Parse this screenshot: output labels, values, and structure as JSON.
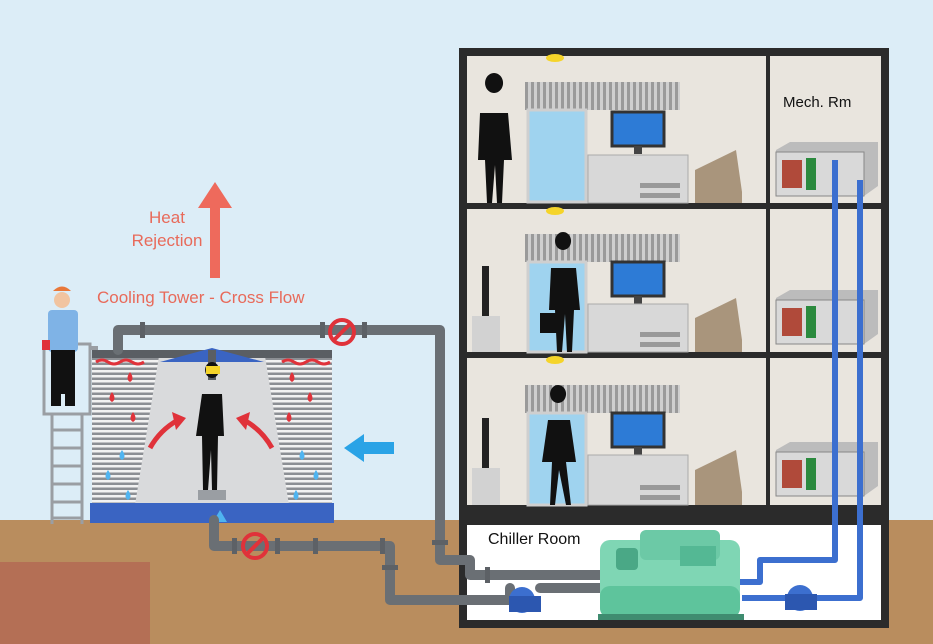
{
  "labels": {
    "heat_rejection_line1": "Heat",
    "heat_rejection_line2": "Rejection",
    "cooling_tower": "Cooling Tower - Cross Flow",
    "mech_room": "Mech. Rm",
    "chiller_room": "Chiller Room"
  },
  "colors": {
    "sky": "#dcedf7",
    "ground": "#b98d5e",
    "building_wall": "#e9e5de",
    "building_frame": "#2b2b2b",
    "pipe": "#6a6f74",
    "chilled_water_pipe": "#3c6fcf",
    "chiller": "#7fd6b4",
    "tower_basin": "#3a64c2",
    "label_red": "#e86a5a",
    "airflow_arrow": "#2aa3e6",
    "valve": "#e0323a"
  },
  "icons": [
    "person-icon",
    "businessman-icon",
    "businesswoman-icon",
    "worker-icon",
    "valve-icon",
    "pump-icon",
    "ahu-icon",
    "chiller-icon",
    "armchair-icon",
    "desk-icon",
    "window-icon",
    "monitor-icon",
    "tv-icon",
    "briefcase-icon",
    "airflow-arrow-icon",
    "water-drop-icon"
  ]
}
